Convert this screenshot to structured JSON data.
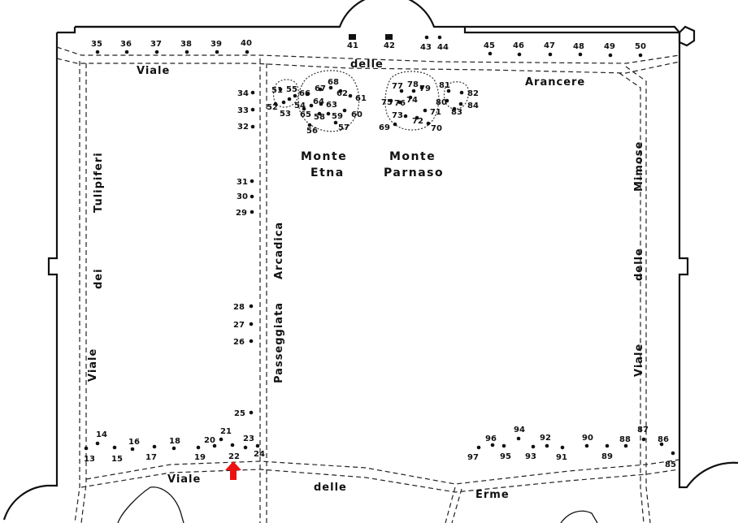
{
  "streets": {
    "viale_top": "Viale",
    "delle_top": "delle",
    "arancere": "Arancere",
    "mimose": "Mimose",
    "delle_right": "delle",
    "viale_right": "Viale",
    "tulipiferi": "Tulipiferi",
    "dei": "dei",
    "viale_left": "Viale",
    "arcadica": "Arcadica",
    "passeggiata": "Passeggiata",
    "viale_bottom": "Viale",
    "delle_bottom": "delle",
    "erme": "Erme"
  },
  "areas": {
    "monte1": "Monte",
    "etna": "Etna",
    "monte2": "Monte",
    "parnaso": "Parnaso"
  },
  "markers": {
    "m13": "13",
    "m14": "14",
    "m15": "15",
    "m16": "16",
    "m17": "17",
    "m18": "18",
    "m19": "19",
    "m20": "20",
    "m21": "21",
    "m22": "22",
    "m23": "23",
    "m24": "24",
    "m25": "25",
    "m26": "26",
    "m27": "27",
    "m28": "28",
    "m29": "29",
    "m30": "30",
    "m31": "31",
    "m32": "32",
    "m33": "33",
    "m34": "34",
    "m35": "35",
    "m36": "36",
    "m37": "37",
    "m38": "38",
    "m39": "39",
    "m40": "40",
    "m41": "41",
    "m42": "42",
    "m43": "43",
    "m44": "44",
    "m45": "45",
    "m46": "46",
    "m47": "47",
    "m48": "48",
    "m49": "49",
    "m50": "50",
    "m51": "51",
    "m52": "52",
    "m53": "53",
    "m54": "54",
    "m55": "55",
    "m56": "56",
    "m57": "57",
    "m58": "58",
    "m59": "59",
    "m60": "60",
    "m61": "61",
    "m62": "62",
    "m63": "63",
    "m64": "64",
    "m65": "65",
    "m66": "66",
    "m67": "67",
    "m68": "68",
    "m69": "69",
    "m70": "70",
    "m71": "71",
    "m72": "72",
    "m73": "73",
    "m74": "74",
    "m75": "75",
    "m76": "76",
    "m77": "77",
    "m78": "78",
    "m79": "79",
    "m80": "80",
    "m81": "81",
    "m82": "82",
    "m83": "83",
    "m84": "84",
    "m85": "85",
    "m86": "86",
    "m87": "87",
    "m88": "88",
    "m89": "89",
    "m90": "90",
    "m91": "91",
    "m92": "92",
    "m93": "93",
    "m94": "94",
    "m95": "95",
    "m96": "96",
    "m97": "97"
  },
  "highlight": {
    "marker": "22",
    "icon": "red-arrow-icon",
    "color": "#ee1111"
  }
}
